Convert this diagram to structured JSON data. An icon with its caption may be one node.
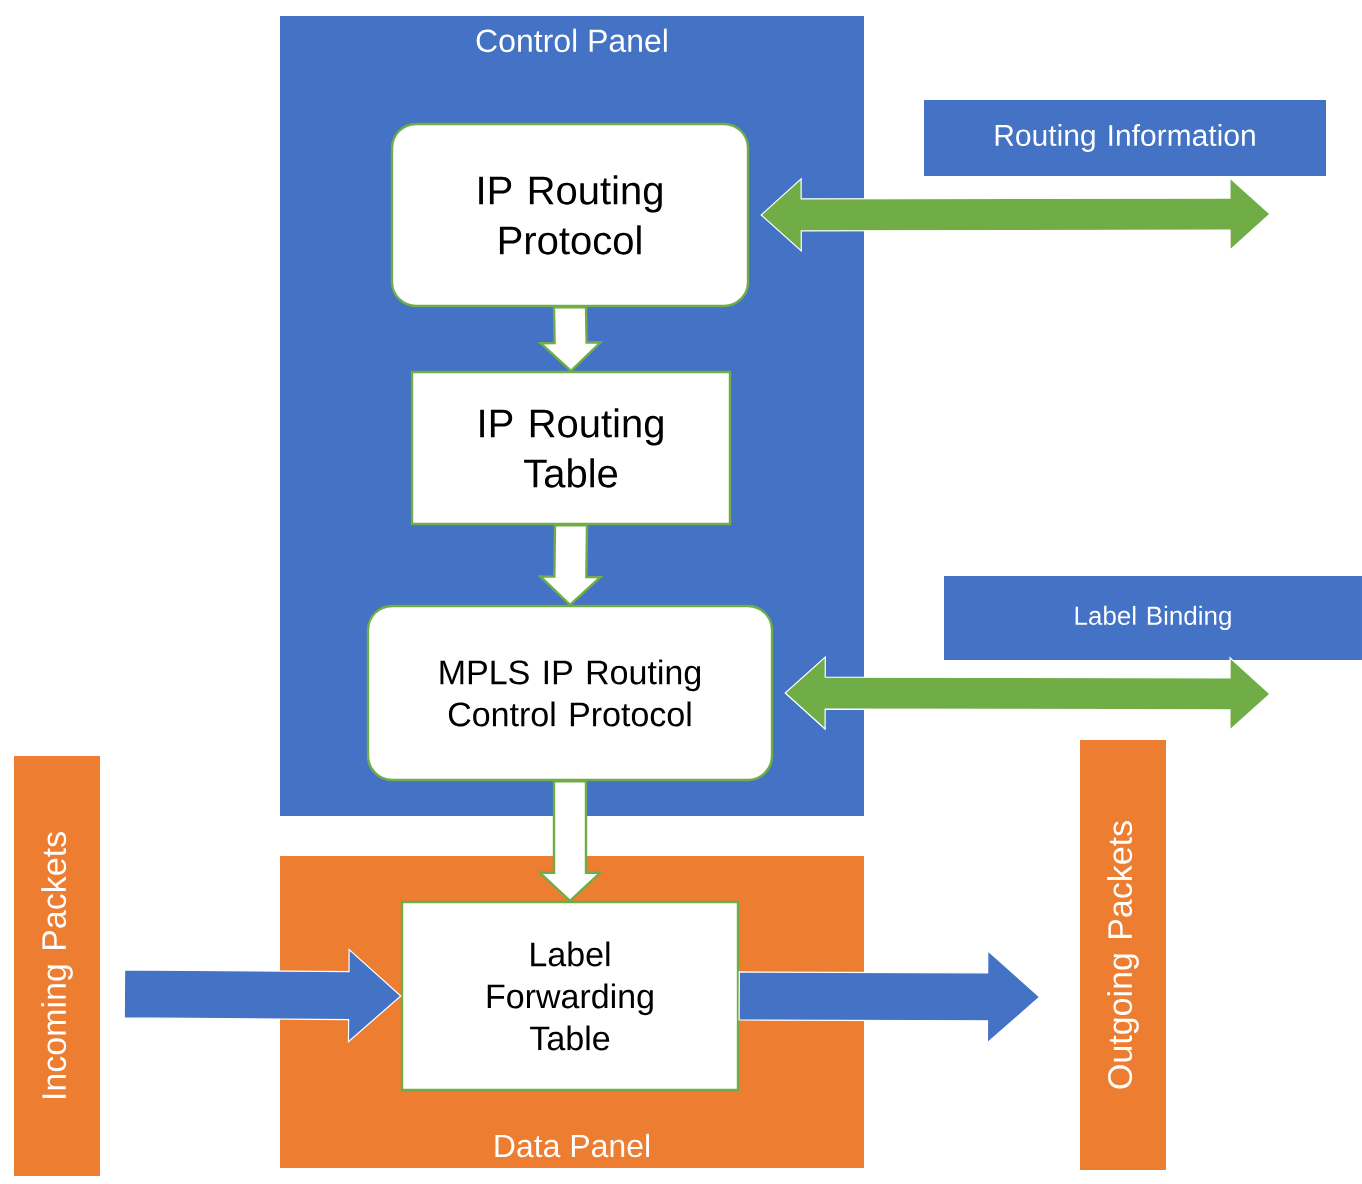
{
  "diagram": {
    "nodes": [
      {
        "text": [
          "Control Panel"
        ]
      },
      {
        "text": [
          "IP Routing Protocol"
        ],
        "in": 0
      },
      {
        "text": [
          "IP Routing Table"
        ],
        "in": 0
      },
      {
        "text": [
          "MPLS IP Routing Control Protocol"
        ],
        "in": 0
      },
      {
        "text": [
          "Data Panel"
        ]
      },
      {
        "text": [
          "Label Forwarding Table"
        ],
        "in": 4
      },
      {
        "text": [
          "Routing Information"
        ]
      },
      {
        "text": [
          "Label Binding"
        ]
      },
      {
        "text": [
          "Incoming Packets"
        ]
      },
      {
        "text": [
          "Outgoing Packets"
        ]
      }
    ],
    "edges": [
      {
        "from": 1,
        "to": 2,
        "arrow": "to"
      },
      {
        "from": 2,
        "to": 3,
        "arrow": "to"
      },
      {
        "from": 3,
        "to": 5,
        "arrow": "to"
      },
      {
        "from": 1,
        "to": null,
        "arrow": "both",
        "color": "#70ad47"
      },
      {
        "from": 3,
        "to": null,
        "arrow": "both",
        "color": "#70ad47"
      },
      {
        "from": 8,
        "to": 5,
        "arrow": "to",
        "color": "#4472c4"
      },
      {
        "from": 5,
        "to": 9,
        "arrow": "to",
        "color": "#4472c4"
      }
    ]
  }
}
